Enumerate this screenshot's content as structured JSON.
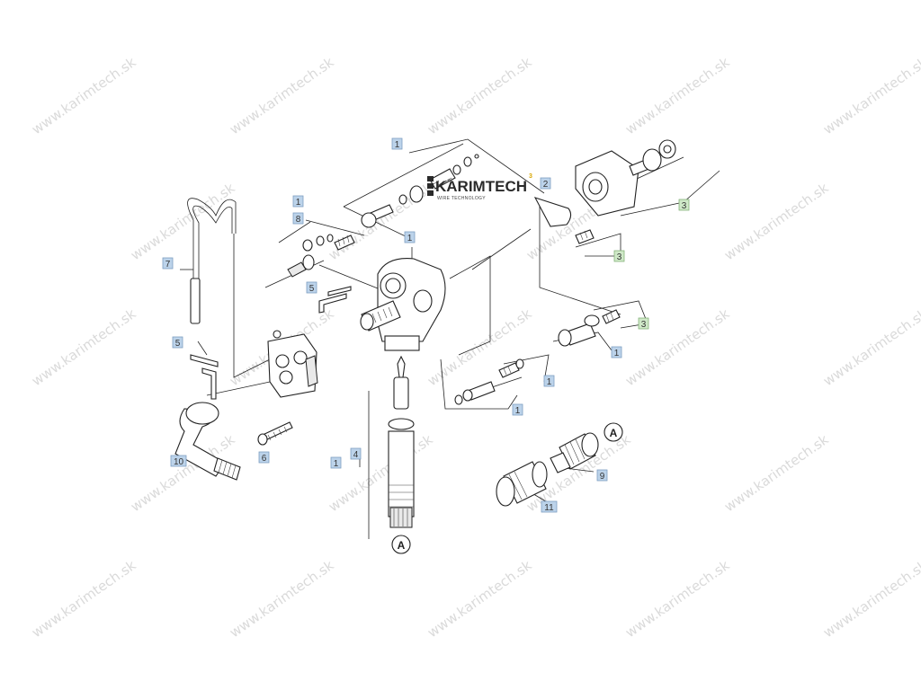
{
  "logo": {
    "text": "KARIMTECH",
    "superscript": "3",
    "tagline": "WIRE TECHNOLOGY"
  },
  "watermark": {
    "text": "www.karimtech.sk",
    "color": "#dadada"
  },
  "reference_mark": "A",
  "labels": {
    "p1_top": "1",
    "p1_left": "1",
    "p8": "8",
    "p7": "7",
    "p1_body": "1",
    "p5_upper": "5",
    "p5_lower": "5",
    "p2": "2",
    "p3_top": "3",
    "p3_mid": "3",
    "p3_low": "3",
    "p1_right_a": "1",
    "p1_right_b": "1",
    "p1_right_c": "1",
    "p1_filter": "1",
    "p4": "4",
    "p6": "6",
    "p10": "10",
    "p9": "9",
    "p11": "11"
  },
  "label_colors": {
    "blue": "#bcd3ea",
    "green": "#cfe9c8"
  }
}
